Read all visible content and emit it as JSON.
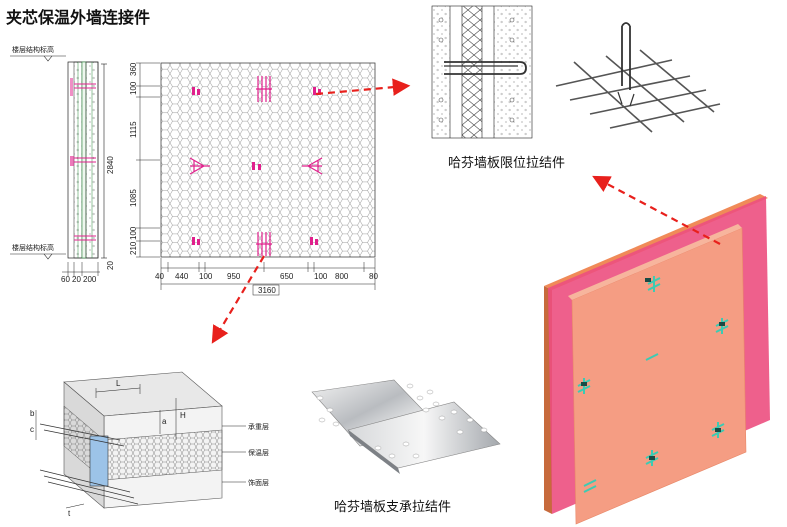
{
  "title": "夹芯保温外墙连接件",
  "captions": {
    "limit_connector": "哈芬墙板限位拉结件",
    "support_connector": "哈芬墙板支承拉结件"
  },
  "section": {
    "level_top": "楼层结构标高",
    "level_bottom": "楼层结构标高",
    "height_total": "2840",
    "height_bottom": "20",
    "widths": [
      "60",
      "20",
      "200"
    ]
  },
  "elevation": {
    "vertical_dims": [
      "360",
      "100",
      "1115",
      "1085",
      "100",
      "210"
    ],
    "horizontal_dims": [
      "40",
      "440",
      "100",
      "950",
      "650",
      "100",
      "800",
      "80"
    ],
    "total_width": "3160"
  },
  "detail": {
    "labels": [
      "承重层",
      "保温层",
      "饰面层"
    ],
    "letters": [
      "L",
      "H",
      "a",
      "b",
      "c",
      "t"
    ]
  },
  "colors": {
    "arrow": "#e8201c",
    "connector": "#e0208c",
    "panel_pink": "#ec4f7f",
    "panel_salmon": "#f59d83",
    "clip": "#3ccbb3"
  }
}
